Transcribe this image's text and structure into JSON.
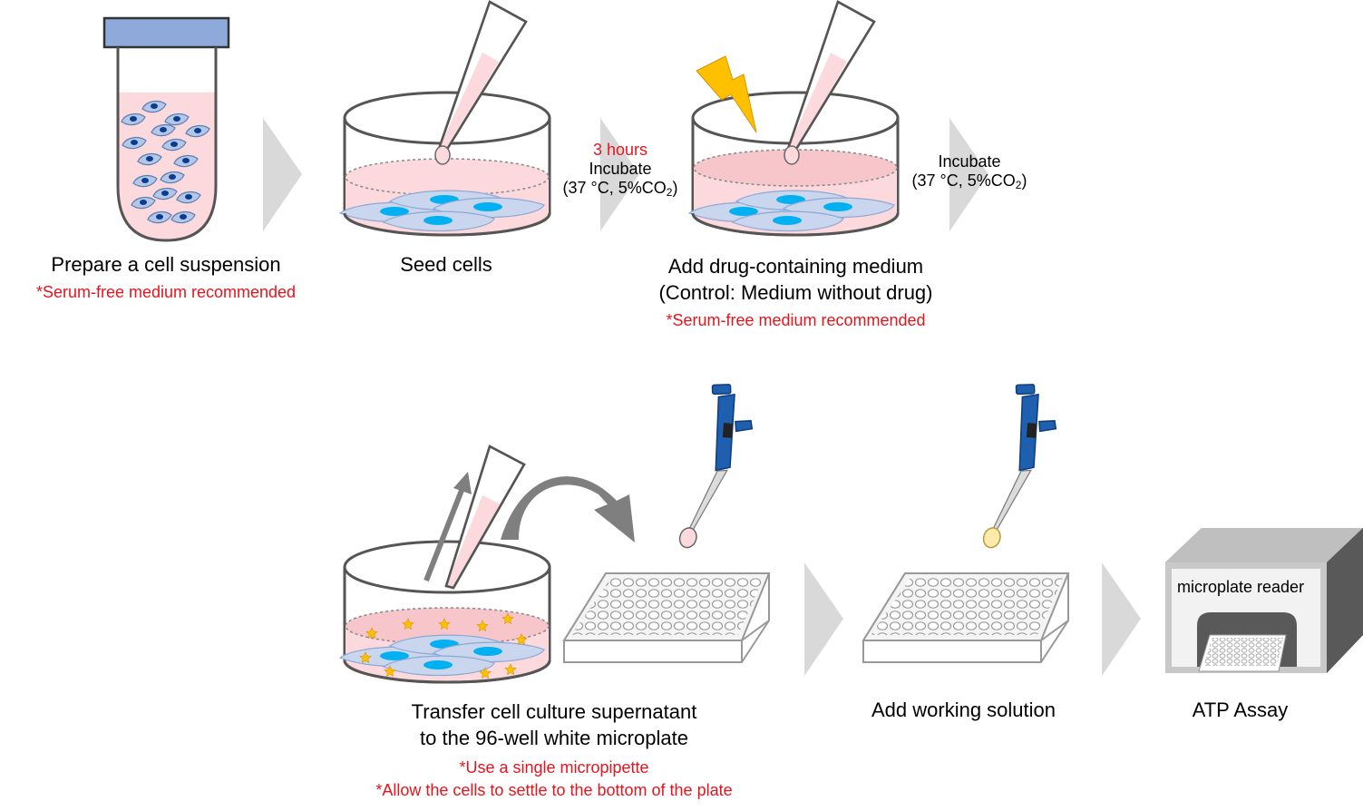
{
  "steps": [
    {
      "label": "Prepare a cell suspension",
      "note": "*Serum-free medium recommended"
    },
    {
      "label": "Seed cells"
    },
    {
      "label": "Add drug-containing medium",
      "label2": "(Control: Medium without drug)",
      "note": "*Serum-free medium recommended"
    },
    {
      "label": "Transfer cell culture supernatant",
      "label2": "to the 96-well white microplate",
      "note": "*Use a single micropipette",
      "note2": "*Allow the cells to settle to the bottom of the plate"
    },
    {
      "label": "Add working solution"
    },
    {
      "label": "ATP Assay"
    }
  ],
  "incubation": [
    {
      "time": "3 hours",
      "title": "Incubate",
      "cond_prefix": "(37 °C, 5%CO",
      "cond_sub": "2",
      "cond_suffix": ")"
    },
    {
      "title": "Incubate",
      "cond_prefix": "(37 °C, 5%CO",
      "cond_sub": "2",
      "cond_suffix": ")"
    }
  ],
  "reader": {
    "label": "microplate reader"
  },
  "colors": {
    "note_red": "#e8141c",
    "medium_pink": "#fbd9dc",
    "tube_cap": "#8eaadb",
    "cell_blue": "#b4c7e7",
    "nucleus": "#00b0f0",
    "arrow_gray": "#d9d9d9",
    "bolt": "#ffc000",
    "pipette_blue": "#1f5fb0",
    "particle": "#ffc000",
    "working_solution": "#fde9a9"
  },
  "icons": [
    "tube-icon",
    "dish-icon",
    "pipette-tip-icon",
    "lightning-icon",
    "micropipette-icon",
    "microplate-icon",
    "reader-icon",
    "curved-arrow-icon",
    "step-arrow-icon"
  ]
}
